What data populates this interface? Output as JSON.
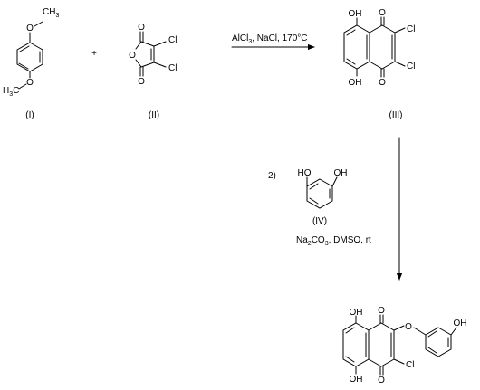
{
  "compounds": {
    "c1": {
      "label": "(I)",
      "atoms": {
        "o_top": "O",
        "ch3_top": "CH",
        "ch3_top_sub": "3",
        "o_bot": "O",
        "h3c_bot": "H",
        "h3c_bot_sub": "3",
        "h3c_bot_c": "C"
      }
    },
    "c2": {
      "label": "(II)",
      "atoms": {
        "o_carb_top": "O",
        "o_ring": "O",
        "o_carb_bot": "O",
        "cl_top": "Cl",
        "cl_bot": "Cl"
      }
    },
    "c3": {
      "label": "(III)",
      "atoms": {
        "oh_top": "OH",
        "oh_bot": "OH",
        "o_top": "O",
        "o_bot": "O",
        "cl_top": "Cl",
        "cl_bot": "Cl"
      }
    },
    "c4": {
      "label": "(IV)",
      "atoms": {
        "ho_left": "HO",
        "oh_right": "OH"
      }
    },
    "c5": {
      "atoms": {
        "oh_top": "OH",
        "oh_bot": "OH",
        "o_top": "O",
        "o_bot": "O",
        "o_ether": "O",
        "cl": "Cl",
        "oh_phenol": "OH"
      }
    }
  },
  "plus": "+",
  "arrow1": {
    "text": "AlCl",
    "sub1": "3",
    "rest": ", NaCl, 170°C"
  },
  "arrow2": {
    "step": "2)",
    "reagent_pre": "Na",
    "reagent_sub1": "2",
    "reagent_mid": "CO",
    "reagent_sub2": "3",
    "reagent_post": ", DMSO, rt"
  }
}
